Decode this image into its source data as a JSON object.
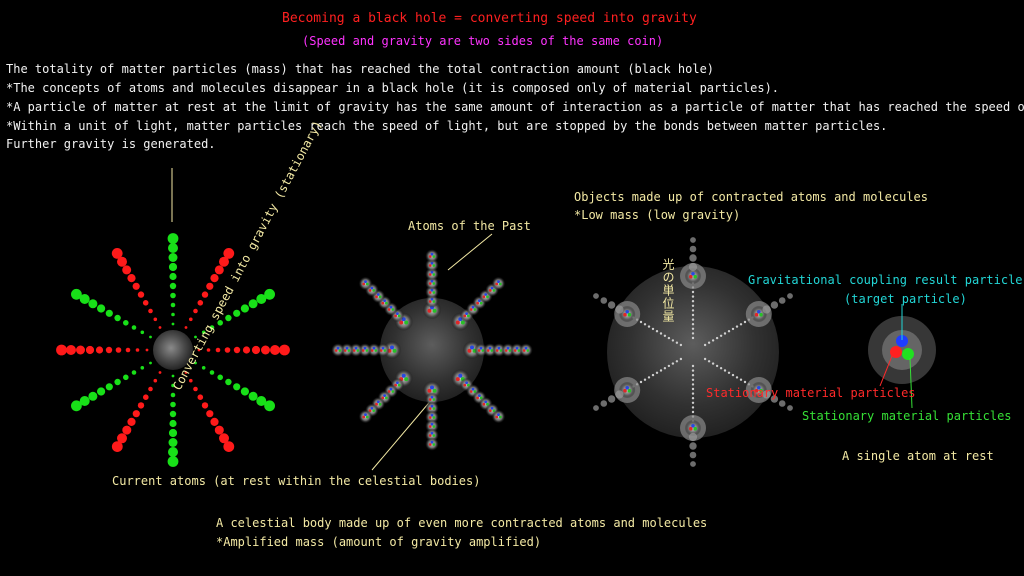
{
  "title": "Becoming a black hole = converting speed into gravity",
  "subtitle": "(Speed  and gravity are two sides of the same coin)",
  "notes": [
    " The totality of matter particles (mass) that has reached the total contraction amount (black hole)",
    "*The concepts of atoms and molecules disappear in a black hole (it is composed only of material particles).",
    "*A particle of matter at rest at the limit of gravity has the same amount of interaction as a particle of matter that has reached the speed of light.",
    "*Within a unit of light, matter particles reach the speed of light, but are stopped by the bonds between matter particles.",
    " Further gravity is generated."
  ],
  "labels": {
    "converting": "Converting speed into gravity (stationary)",
    "atoms_past": "Atoms of the Past",
    "current_atoms": "Current atoms (at rest within the celestial bodies)",
    "objects_line1": "Objects made up of contracted atoms and molecules",
    "objects_line2": " *Low mass (low gravity)",
    "light_unit": "光の単位量",
    "grav_coupling_line1": "Gravitational coupling result particle",
    "grav_coupling_line2": "(target particle)",
    "stationary_red": "Stationary material particles",
    "stationary_green": "Stationary material particles",
    "single_atom": "A single atom at rest",
    "celestial_line1": "A celestial body made up of even more contracted atoms and molecules",
    "celestial_line2": "*Amplified mass (amount of gravity amplified)"
  },
  "colors": {
    "title": "#ff2020",
    "subtitle": "#ff33ff",
    "notes": "#f2f2f2",
    "labels": "#f3e9a4",
    "cyan": "#22d6d6",
    "green": "#36e036",
    "red": "#ff2a2a"
  }
}
